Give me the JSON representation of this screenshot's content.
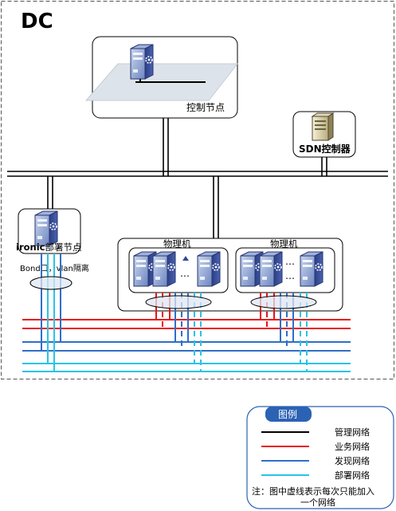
{
  "region_label": "DC",
  "nodes": {
    "control": "控制节点",
    "sdn": "SDN控制器",
    "ironic_prefix": "ironic",
    "ironic_suffix": "部署节点",
    "bond_note": "Bond口，vlan隔离",
    "physical_1": "物理机",
    "physical_2": "物理机"
  },
  "legend": {
    "title": "图例",
    "items": [
      {
        "label": "管理网络",
        "color": "#000000"
      },
      {
        "label": "业务网络",
        "color": "#e8141b"
      },
      {
        "label": "发现网络",
        "color": "#2f6fc8"
      },
      {
        "label": "部署网络",
        "color": "#28c4e6"
      }
    ],
    "note_line1": "注：图中虚线表示每次只能加入",
    "note_line2": "一个网络"
  },
  "colors": {
    "management": "#000000",
    "business": "#e8141b",
    "discovery": "#2f6fc8",
    "deployment": "#28c4e6",
    "legend_header": "#2b62b4",
    "legend_border": "#2b62b4"
  },
  "icons": [
    "server-icon",
    "tower-server-icon"
  ]
}
